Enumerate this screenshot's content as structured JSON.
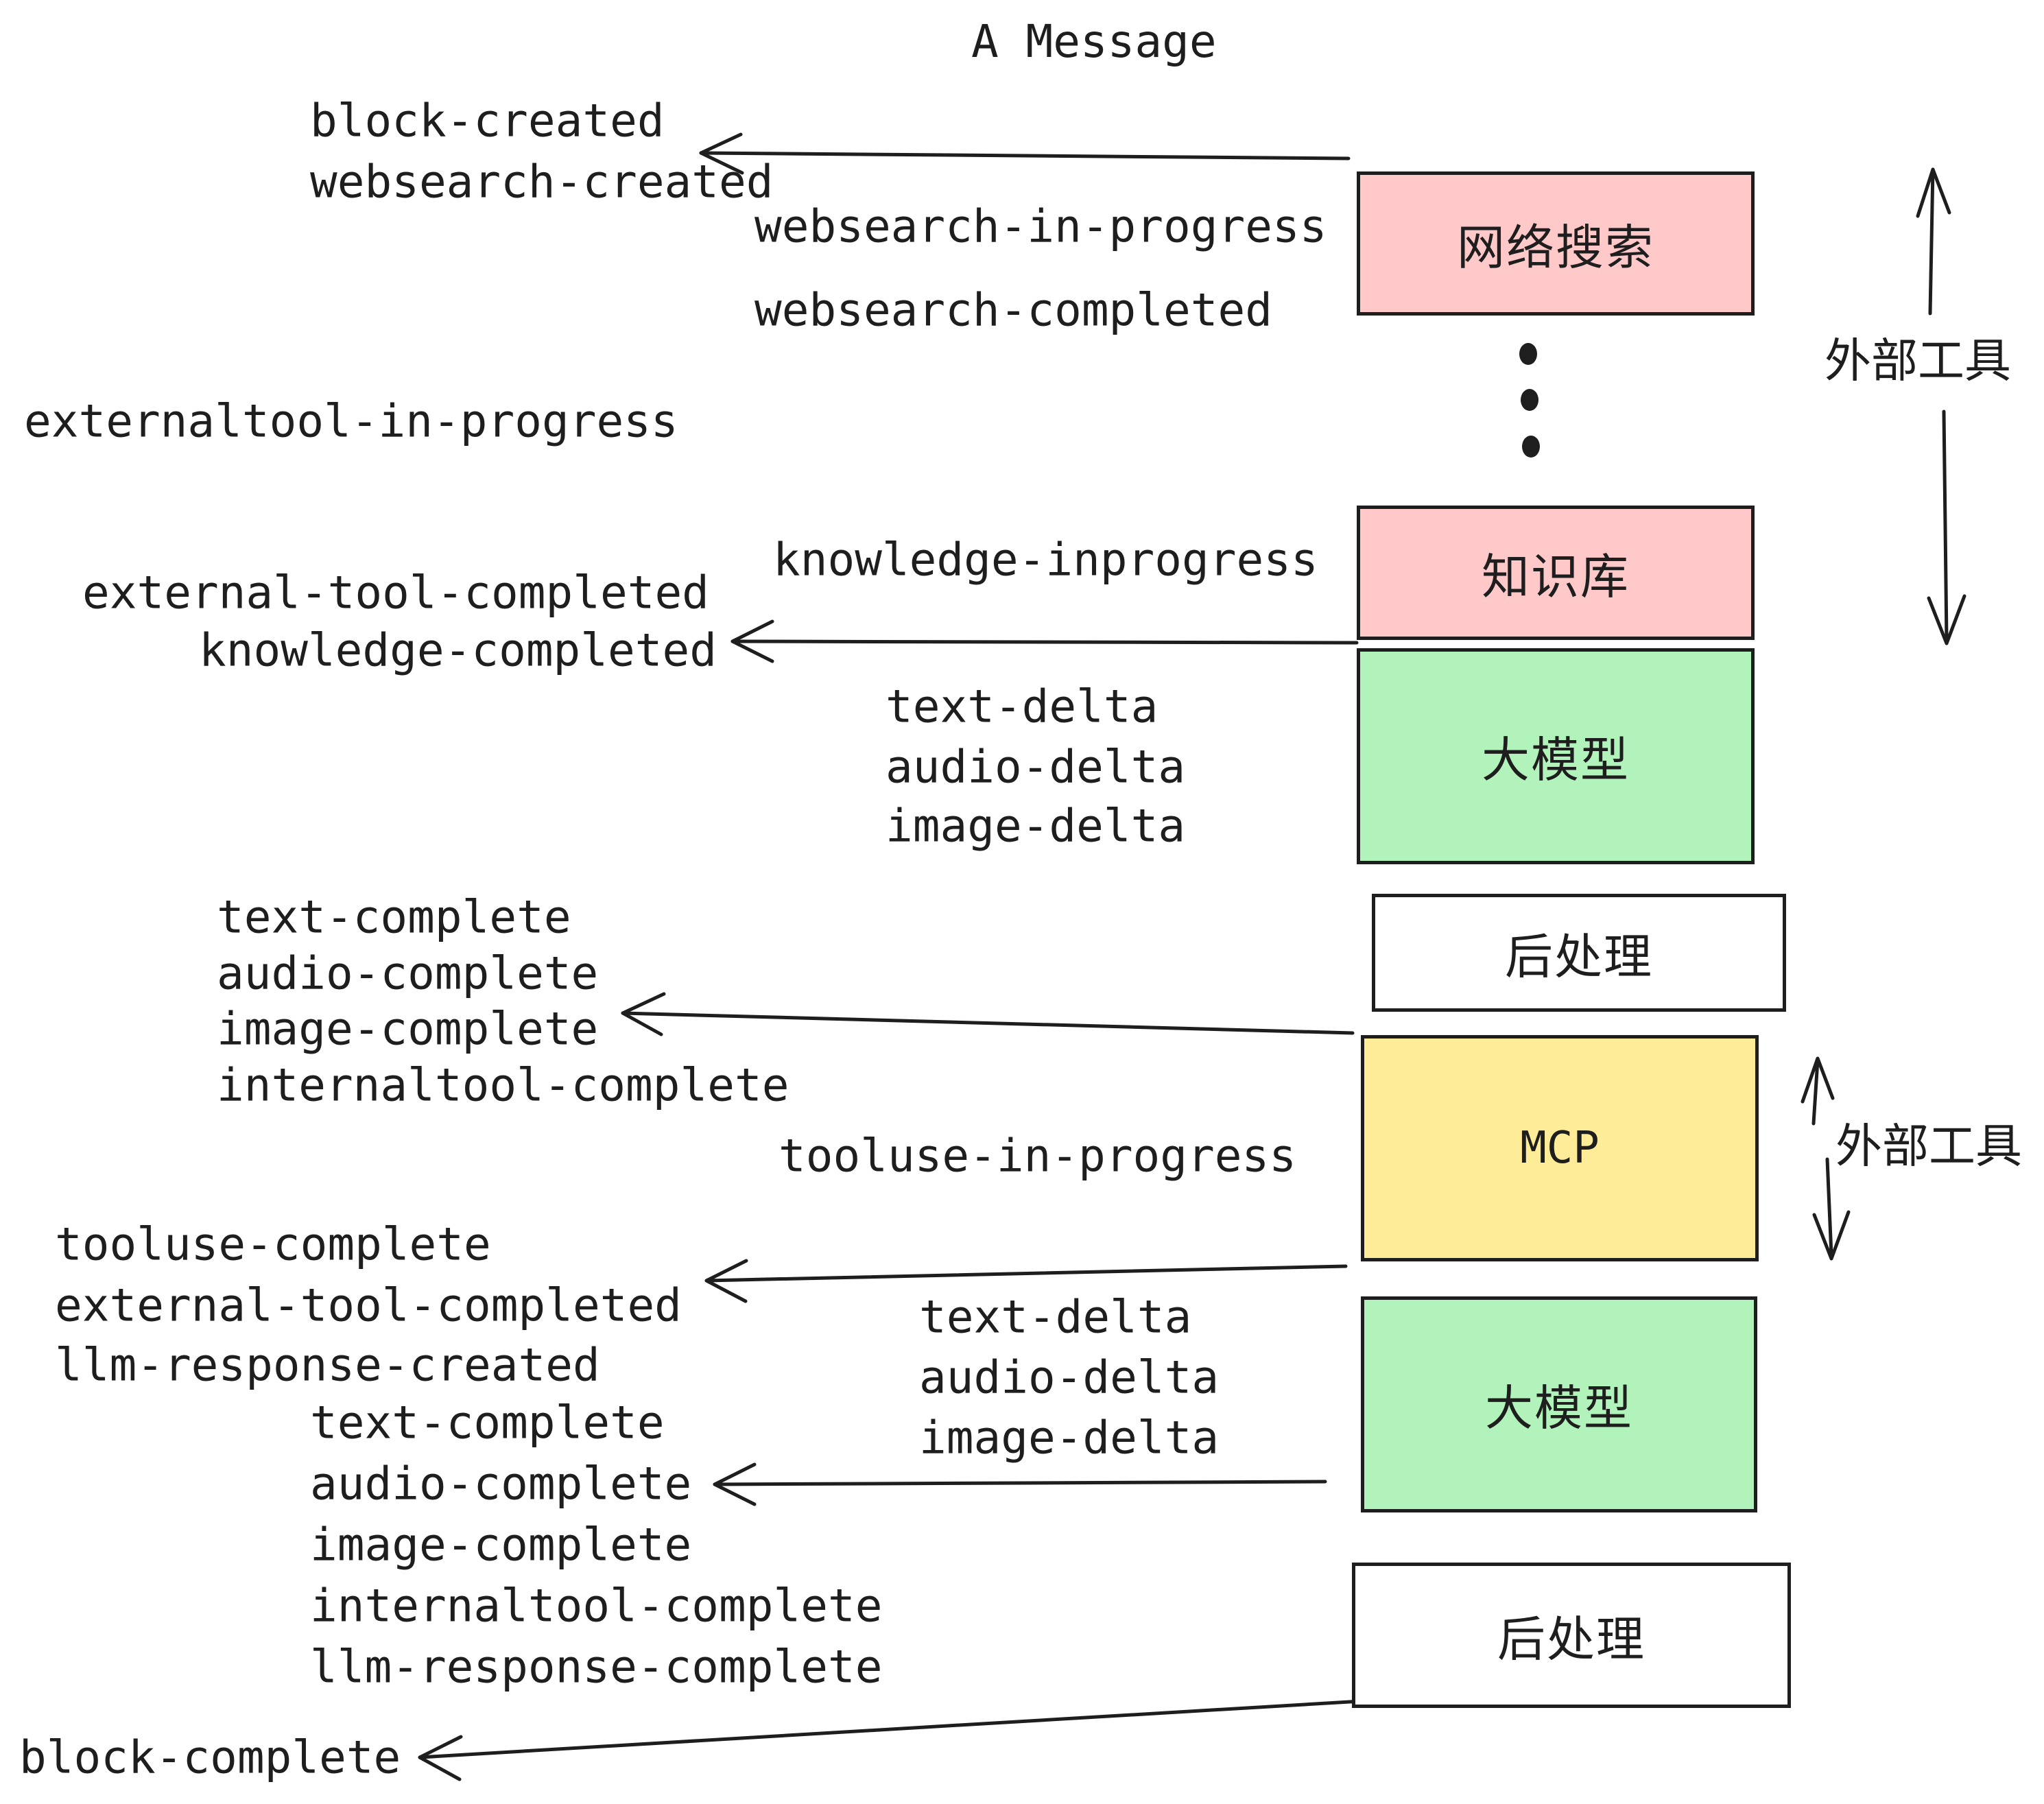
{
  "title": "A Message",
  "events": {
    "block_created": "block-created",
    "websearch_created": "websearch-created",
    "websearch_in_progress": "websearch-in-progress",
    "websearch_completed": "websearch-completed",
    "externaltool_in_progress": "externaltool-in-progress",
    "knowledge_inprogress": "knowledge-inprogress",
    "external_tool_completed_1": "external-tool-completed",
    "knowledge_completed": "knowledge-completed",
    "text_delta_1": "text-delta",
    "audio_delta_1": "audio-delta",
    "image_delta_1": "image-delta",
    "text_complete_1": "text-complete",
    "audio_complete_1": "audio-complete",
    "image_complete_1": "image-complete",
    "internaltool_complete_1": "internaltool-complete",
    "tooluse_in_progress": "tooluse-in-progress",
    "tooluse_complete": "tooluse-complete",
    "external_tool_completed_2": "external-tool-completed",
    "llm_response_created": "llm-response-created",
    "text_complete_2": "text-complete",
    "audio_complete_2": "audio-complete",
    "image_complete_2": "image-complete",
    "internaltool_complete_2": "internaltool-complete",
    "llm_response_complete": "llm-response-complete",
    "block_complete": "block-complete"
  },
  "boxes": {
    "websearch": "网络搜索",
    "knowledge": "知识库",
    "llm_1": "大模型",
    "post_1": "后处理",
    "mcp": "MCP",
    "llm_2": "大模型",
    "post_2": "后处理"
  },
  "side_labels": {
    "external_tools_top": "外部工具",
    "external_tools_mcp": "外部工具"
  },
  "colors": {
    "pink": "#ffc9c9",
    "green": "#b2f2bb",
    "yellow": "#ffec99",
    "white": "#ffffff",
    "ink": "#1e1e1e"
  }
}
